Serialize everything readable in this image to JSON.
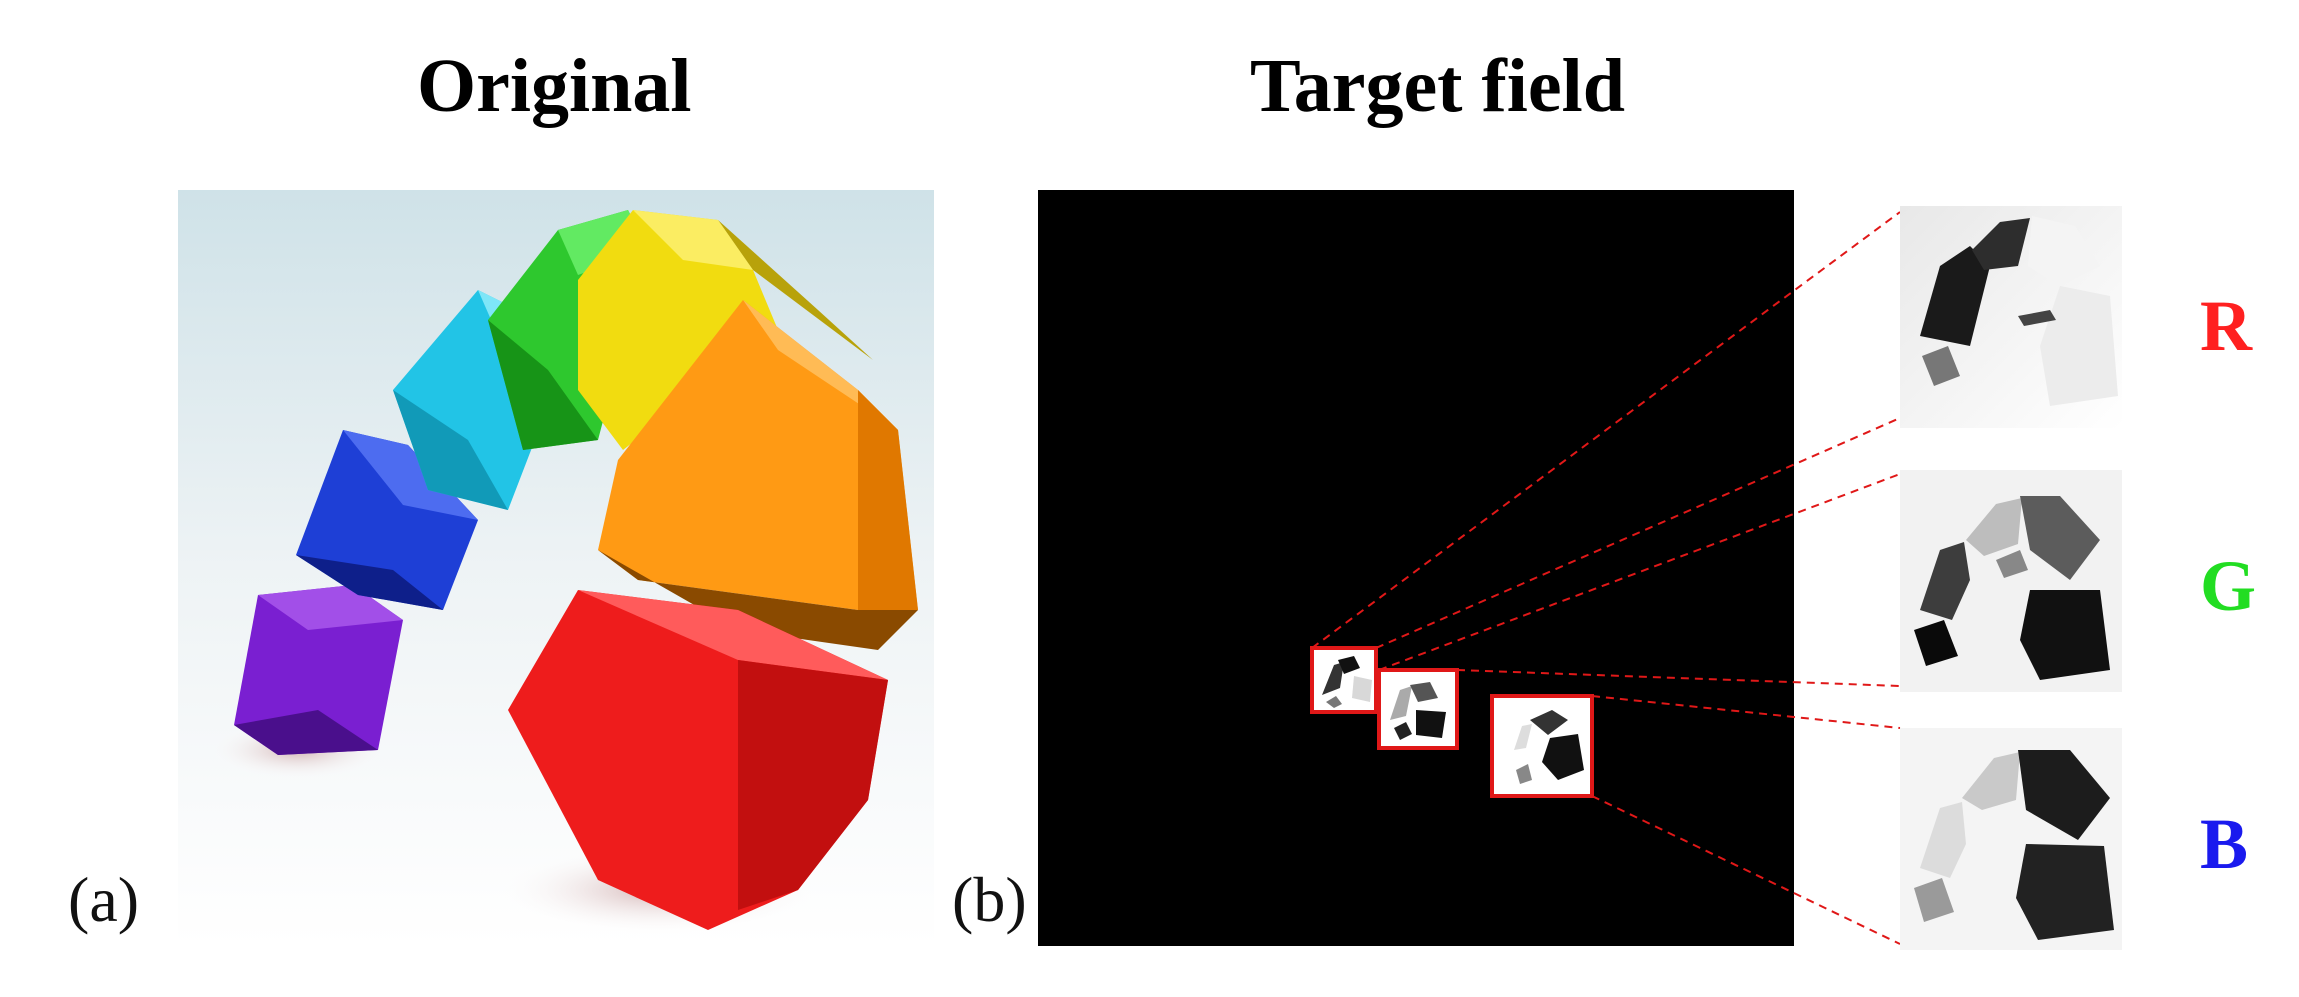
{
  "figure": {
    "panel_a": {
      "title": "Original",
      "label": "(a)"
    },
    "panel_b": {
      "title": "Target field",
      "label": "(b)"
    },
    "channels": [
      {
        "label": "R",
        "color": "#ff2020"
      },
      {
        "label": "G",
        "color": "#22dd22"
      },
      {
        "label": "B",
        "color": "#1a1aee"
      }
    ],
    "colors": {
      "segment_purple": "#7a1fd1",
      "segment_blue": "#1e3fd6",
      "segment_cyan": "#22c4e6",
      "segment_green": "#2ec82e",
      "segment_yellow": "#f1dc10",
      "segment_orange": "#ff9a14",
      "segment_red": "#ee1c1c",
      "marker_box": "#e01818",
      "target_background": "#000000"
    }
  }
}
